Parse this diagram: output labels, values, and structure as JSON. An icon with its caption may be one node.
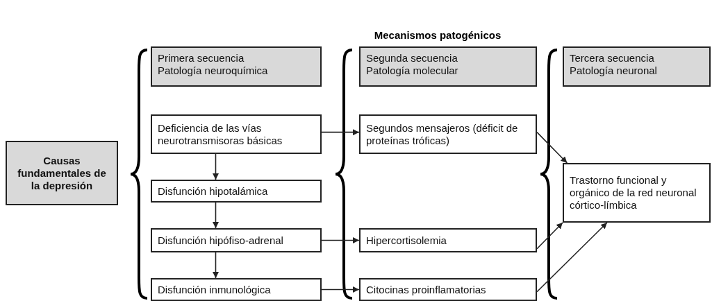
{
  "diagram": {
    "title": "Mecanismos patogénicos",
    "nodes": [
      {
        "text": [
          "Causas fundamentales de la depresión"
        ]
      },
      {
        "text": [
          "Primera secuencia",
          "Patología neuroquímica"
        ]
      },
      {
        "text": [
          "Segunda secuencia",
          "Patología molecular"
        ]
      },
      {
        "text": [
          "Tercera secuencia",
          "Patología neuronal"
        ]
      },
      {
        "text": [
          "Deficiencia de las vías neurotransmisoras básicas"
        ]
      },
      {
        "text": [
          "Segundos mensajeros (déficit de proteínas tróficas)"
        ]
      },
      {
        "text": [
          "Disfunción hipotalámica"
        ]
      },
      {
        "text": [
          "Disfunción hipófiso-adrenal"
        ]
      },
      {
        "text": [
          "Hipercortisolemia"
        ]
      },
      {
        "text": [
          "Disfunción inmunológica"
        ]
      },
      {
        "text": [
          "Citocinas proinflamatorias"
        ]
      },
      {
        "text": [
          "Trastorno funcional y orgánico de la red neuronal córtico-límbica"
        ]
      }
    ],
    "edges": [
      {
        "from": 4,
        "to": 5,
        "arrow": "to"
      },
      {
        "from": 4,
        "to": 6,
        "arrow": "to"
      },
      {
        "from": 6,
        "to": 7,
        "arrow": "to"
      },
      {
        "from": 7,
        "to": 8,
        "arrow": "to"
      },
      {
        "from": 7,
        "to": 9,
        "arrow": "to"
      },
      {
        "from": 9,
        "to": 10,
        "arrow": "to"
      },
      {
        "from": 5,
        "to": 11,
        "arrow": "to"
      },
      {
        "from": 8,
        "to": 11,
        "arrow": "to"
      },
      {
        "from": 10,
        "to": 11,
        "arrow": "to"
      }
    ]
  }
}
